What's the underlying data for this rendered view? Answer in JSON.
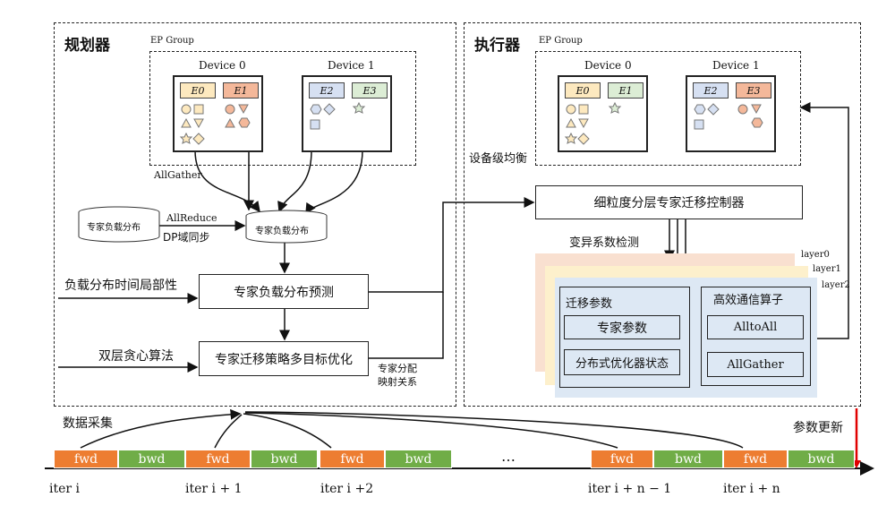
{
  "planner": {
    "title": "规划器",
    "ep_group": "EP Group",
    "device0": "Device 0",
    "device1": "Device 1",
    "experts": [
      "E0",
      "E1",
      "E2",
      "E3"
    ],
    "allgather": "AllGather",
    "allreduce": "AllReduce",
    "dp_sync": "DP域同步",
    "load_db_left": "专家负载分布",
    "load_db_center": "专家负载分布",
    "predict": "专家负载分布预测",
    "locality": "负载分布时间局部性",
    "optimize": "专家迁移策略多目标优化",
    "greedy": "双层贪心算法",
    "mapping_l1": "专家分配",
    "mapping_l2": "映射关系"
  },
  "executor": {
    "title": "执行器",
    "ep_group": "EP Group",
    "device0": "Device 0",
    "device1": "Device 1",
    "experts": [
      "E0",
      "E1",
      "E2",
      "E3"
    ],
    "device_balance": "设备级均衡",
    "controller": "细粒度分层专家迁移控制器",
    "cv_detect": "变异系数检测",
    "layers": [
      "layer0",
      "layer1",
      "layer2"
    ],
    "migrate_params": "迁移参数",
    "expert_params": "专家参数",
    "optimizer_state": "分布式优化器状态",
    "comm_ops": "高效通信算子",
    "alltoall": "AlltoAll",
    "allgather": "AllGather"
  },
  "timeline": {
    "data_collect": "数据采集",
    "param_update": "参数更新",
    "fwd": "fwd",
    "bwd": "bwd",
    "ellipsis": "…",
    "iters": [
      "iter i",
      "iter i + 1",
      "iter i +2",
      "iter i + n − 1",
      "iter i + n"
    ]
  },
  "colors": {
    "fwd": "#ed7d31",
    "bwd": "#70ad47",
    "E0": "#fde9bf",
    "E1": "#f4b89a",
    "E2": "#d6e0f2",
    "E3": "#dcedd5",
    "update": "#e00000"
  }
}
